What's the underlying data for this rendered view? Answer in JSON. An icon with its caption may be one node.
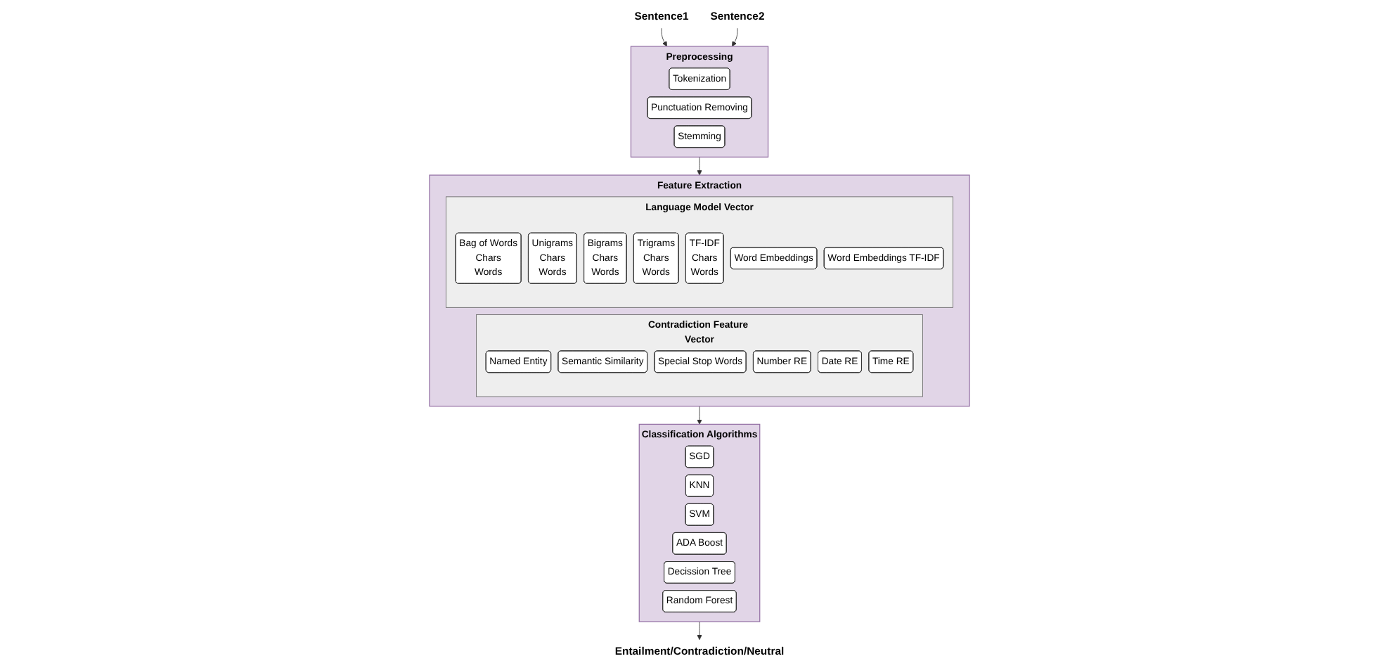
{
  "diagram": {
    "nodes": [
      {
        "text": [
          "Sentence1"
        ]
      },
      {
        "text": [
          "Sentence2"
        ]
      },
      {
        "text": [
          "Preprocessing"
        ]
      },
      {
        "text": [
          "Tokenization"
        ],
        "in": 2
      },
      {
        "text": [
          "Punctuation Removing"
        ],
        "in": 2
      },
      {
        "text": [
          "Stemming"
        ],
        "in": 2
      },
      {
        "text": [
          "Feature Extraction"
        ]
      },
      {
        "text": [
          "Contradiction Feature Vector"
        ],
        "in": 6
      },
      {
        "text": [
          "Named Entity"
        ],
        "in": 7
      },
      {
        "text": [
          "Semantic Similarity"
        ],
        "in": 7
      },
      {
        "text": [
          "Special Stop Words"
        ],
        "in": 7
      },
      {
        "text": [
          "Number RE"
        ],
        "in": 7
      },
      {
        "text": [
          "Date RE"
        ],
        "in": 7
      },
      {
        "text": [
          "Time RE"
        ],
        "in": 7
      },
      {
        "text": [
          "Language Model Vector"
        ],
        "in": 6
      },
      {
        "text": [
          "Bag of Words",
          "Chars",
          "Words"
        ],
        "in": 14
      },
      {
        "text": [
          "Unigrams",
          "Chars",
          "Words"
        ],
        "in": 14
      },
      {
        "text": [
          "Bigrams",
          "Chars",
          "Words"
        ],
        "in": 14
      },
      {
        "text": [
          "Trigrams",
          "Chars",
          "Words"
        ],
        "in": 14
      },
      {
        "text": [
          "TF-IDF",
          "Chars",
          "Words"
        ],
        "in": 14
      },
      {
        "text": [
          "Word Embeddings"
        ],
        "in": 14
      },
      {
        "text": [
          "Word Embeddings TF-IDF"
        ],
        "in": 14
      },
      {
        "text": [
          "Classification Algorithms"
        ]
      },
      {
        "text": [
          "SGD"
        ],
        "in": 22
      },
      {
        "text": [
          "KNN"
        ],
        "in": 22
      },
      {
        "text": [
          "SVM"
        ],
        "in": 22
      },
      {
        "text": [
          "ADA Boost"
        ],
        "in": 22
      },
      {
        "text": [
          "Decission Tree"
        ],
        "in": 22
      },
      {
        "text": [
          "Random Forest"
        ],
        "in": 22
      },
      {
        "text": [
          "Entailment/Contradiction/Neutral"
        ]
      }
    ],
    "edges": [
      {
        "from": 0,
        "to": 2,
        "arrow": "to"
      },
      {
        "from": 1,
        "to": 2,
        "arrow": "to"
      },
      {
        "from": 2,
        "to": 6,
        "arrow": "to"
      },
      {
        "from": 6,
        "to": 22,
        "arrow": "to"
      },
      {
        "from": 22,
        "to": 29,
        "arrow": "to"
      }
    ]
  }
}
